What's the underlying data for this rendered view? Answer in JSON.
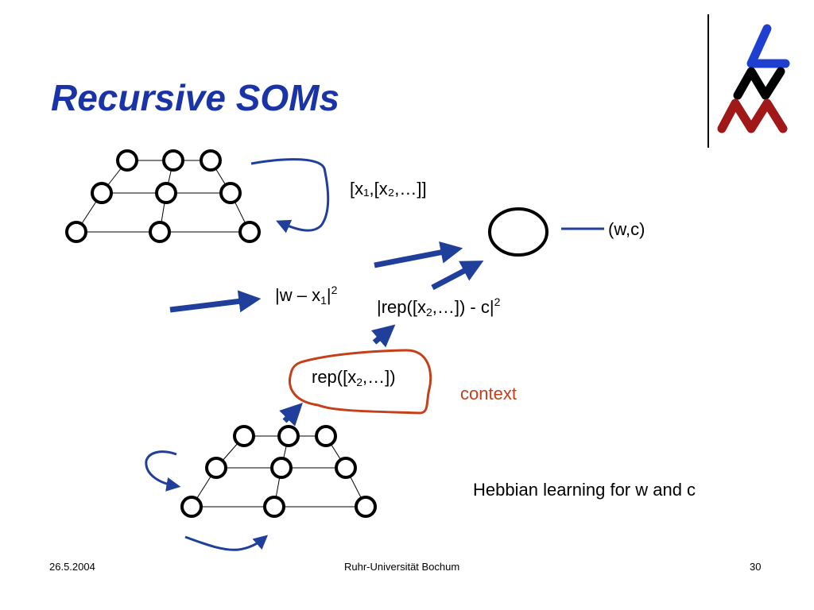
{
  "slide": {
    "title": "Recursive SOMs",
    "input_seq": "[x₁,[x₂,…]]",
    "wc": "(w,c)",
    "diff_w_pre": "|w – x",
    "diff_w_sub": "1",
    "diff_w_mid": "|",
    "diff_w_sup": "2",
    "diff_c_pre": "|rep([x",
    "diff_c_sub": "2",
    "diff_c_mid": ",…]) - c|",
    "diff_c_sup": "2",
    "rep_pre": "rep([x",
    "rep_sub": "2",
    "rep_post": ",…])",
    "context": "context",
    "hebbian": "Hebbian learning for w and c"
  },
  "footer": {
    "date": "26.5.2004",
    "institution": "Ruhr-Universität Bochum",
    "page": "30"
  },
  "colors": {
    "title": "#1a33a6",
    "arrow": "#1f3f9a",
    "context": "#c4401a",
    "logo_blue": "#1f3fd0",
    "logo_black": "#000000",
    "logo_red": "#a01818"
  }
}
